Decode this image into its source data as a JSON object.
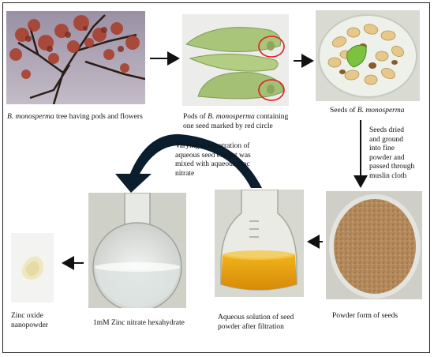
{
  "steps": {
    "tree": {
      "pre": "",
      "italic": "B. monosperma",
      "post": " tree having pods and flowers"
    },
    "pods": {
      "line1_pre": "Pods of ",
      "line1_italic": "B. monosperma",
      "line1_post": " containing",
      "line2": "one seed marked by red circle"
    },
    "seeds": {
      "pre": "Seeds of ",
      "italic": "B. monosperma",
      "post": ""
    },
    "dried": {
      "lines": [
        "Seeds dried",
        "and ground",
        "into fine",
        "powder and",
        "passed through",
        "muslin cloth"
      ]
    },
    "powder": {
      "text": "Powder form of seeds"
    },
    "solution": {
      "lines": [
        "Aqueous solution of seed",
        "powder  after filtration"
      ]
    },
    "varying": {
      "lines": [
        "Varying concentration of",
        "aqueous seed extract was",
        "mixed with aqueous zinc",
        "nitrate"
      ]
    },
    "zinc_nitrate": {
      "text": "1mM Zinc nitrate hexahydrate"
    },
    "zno": {
      "lines": [
        "Zinc oxide",
        "nanopowder"
      ]
    }
  },
  "colors": {
    "arrow": "#111111",
    "curved_arrow": "#0a1e2e",
    "highlight_circle": "#e02020"
  }
}
